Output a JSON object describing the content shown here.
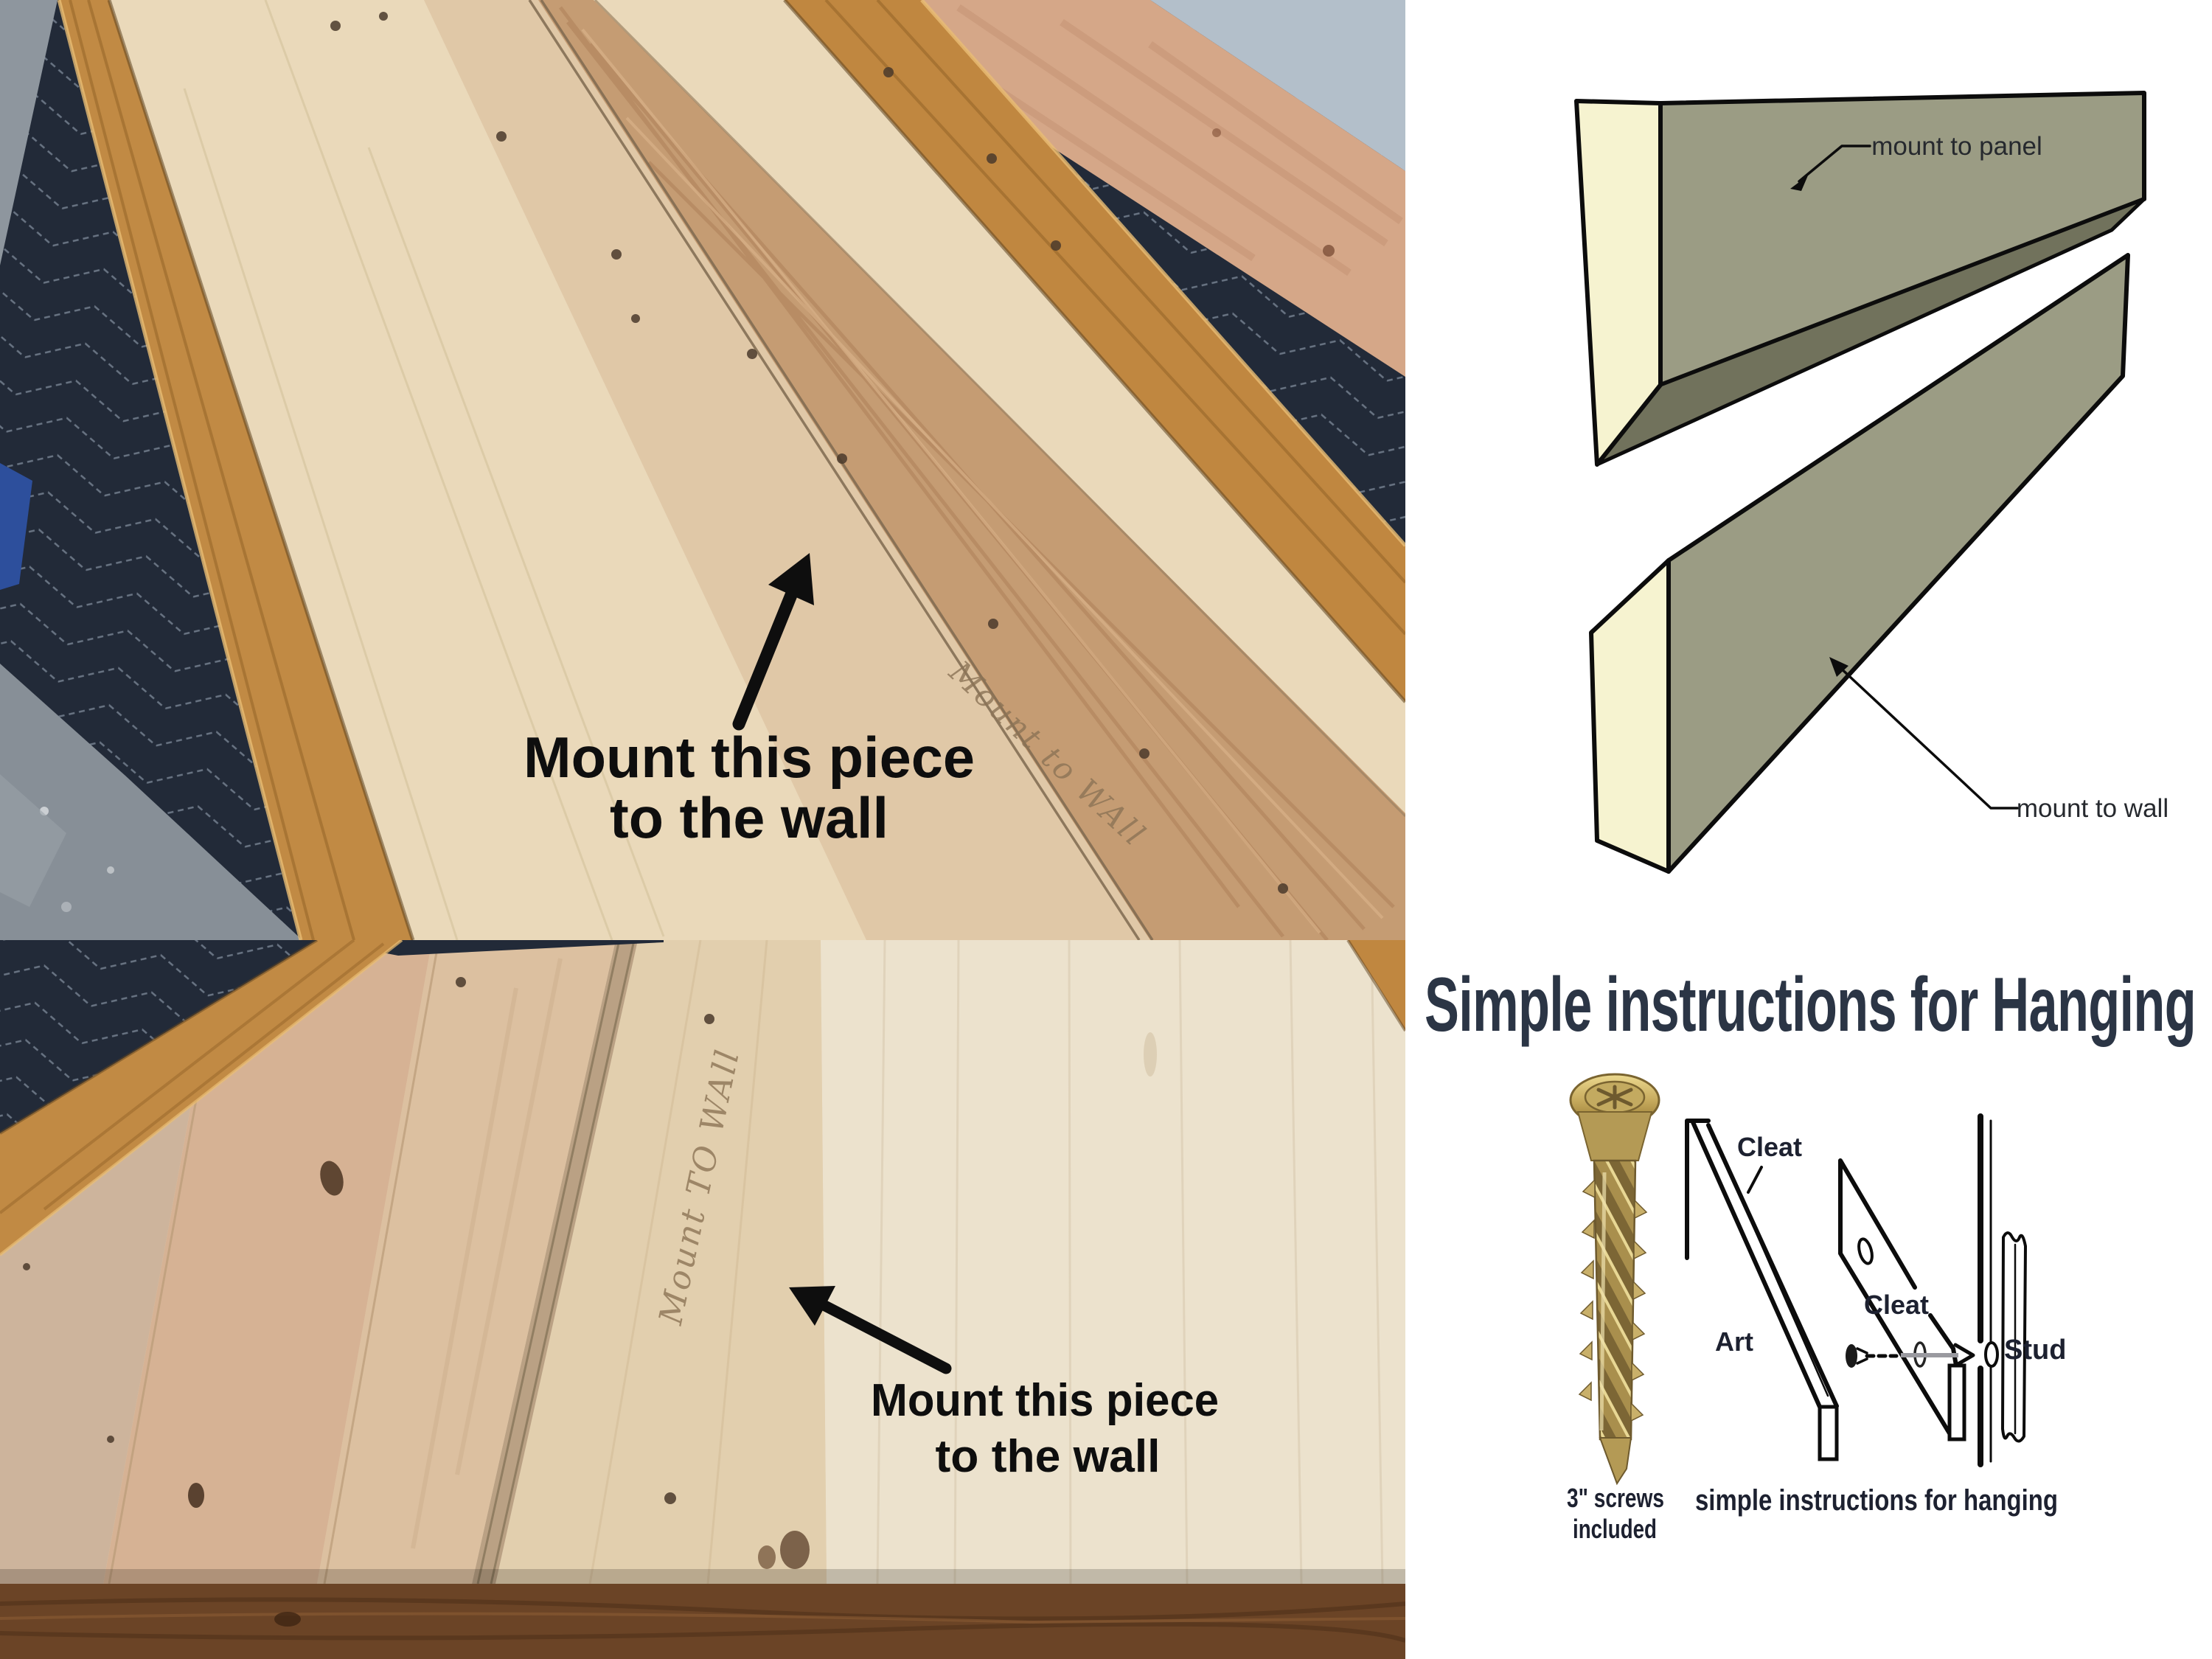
{
  "top_photo": {
    "caption_line1": "Mount this piece",
    "caption_line2": "to the wall",
    "handwriting": "Mount to WAll"
  },
  "bottom_photo": {
    "caption_line1": "Mount this piece",
    "caption_line2": "to the wall",
    "handwriting": "Mount TO WAll"
  },
  "cleat_diagram": {
    "label_top": "mount to panel",
    "label_bottom": "mount to wall"
  },
  "heading": {
    "text": "Simple instructions for Hanging"
  },
  "hanging_diagram": {
    "label_cleat_top": "Cleat",
    "label_art": "Art",
    "label_cleat_mid": "Cleat",
    "label_stud": "Stud",
    "caption": "simple instructions for hanging",
    "screw_note_line1": "3\" screws",
    "screw_note_line2": "included"
  },
  "colors": {
    "blanket_navy": "#222a38",
    "stitch": "#74808f",
    "frame_oak": "#c18a44",
    "plywood_cream": "#ead9ba",
    "cherry_strip": "#c59c73",
    "wall_blue": "#b3bfca",
    "floor_gray": "#8e969e",
    "pink_panel": "#d5a788",
    "diagram_olive": "#9b9c84",
    "diagram_olive_dark": "#71725c",
    "diagram_cream": "#f6f3d0",
    "heading_navy": "#2b3545",
    "brass": "#c9b06a",
    "rail_brown": "#6b4426"
  }
}
